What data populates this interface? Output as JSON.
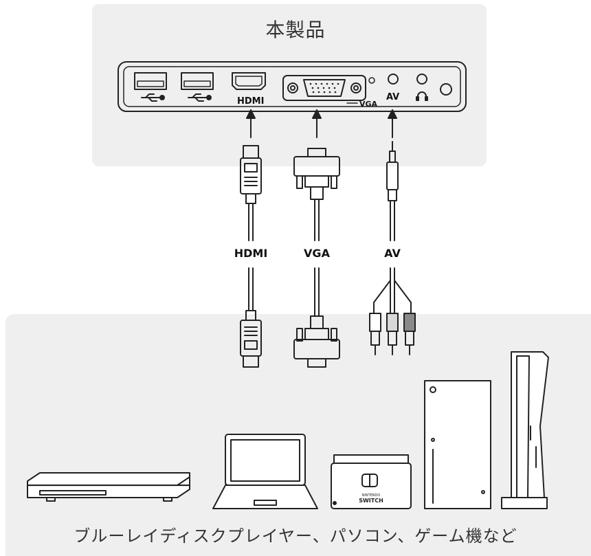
{
  "product_title": "本製品",
  "ports": {
    "hdmi_label": "HDMI",
    "vga_label": "VGA",
    "av_label": "AV"
  },
  "cables": {
    "hdmi": "HDMI",
    "vga": "VGA",
    "av": "AV"
  },
  "devices": {
    "switch_logo_small": "NINTENDO",
    "switch_logo": "SWITCH",
    "caption": "ブルーレイディスクプレイヤー、パソコン、ゲーム機など"
  },
  "colors": {
    "panel": "#efeff0",
    "line": "#222222",
    "rca_light": "#d8d8d8",
    "rca_dark": "#8a8a8a"
  },
  "icons": [
    "usb-icon",
    "headphone-icon"
  ]
}
